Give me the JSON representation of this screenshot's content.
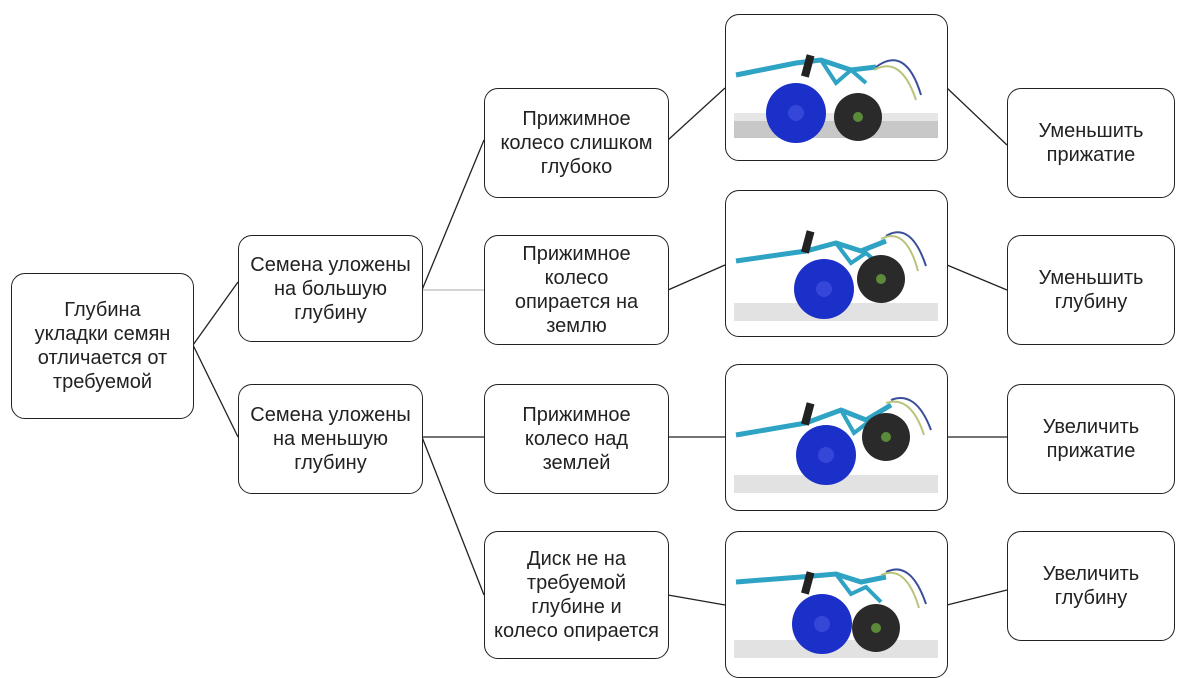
{
  "root": {
    "text": "Глубина\nукладки семян\nотличается от\nтребуемой"
  },
  "level1": [
    {
      "text": "Семена уложены\nна большую\nглубину"
    },
    {
      "text": "Семена уложены\nна меньшую\nглубину"
    }
  ],
  "causes": [
    {
      "text": "Прижимное\nколесо слишком\nглубоко"
    },
    {
      "text": "Прижимное\nколесо\nопирается на\nземлю"
    },
    {
      "text": "Прижимное\nколесо над\nземлей"
    },
    {
      "text": "Диск не на\nтребуемой\nглубине и\nколесо опирается"
    }
  ],
  "illustrations": [
    {
      "icon": "planter-unit-illustration"
    },
    {
      "icon": "planter-unit-illustration"
    },
    {
      "icon": "planter-unit-illustration"
    },
    {
      "icon": "planter-unit-illustration"
    }
  ],
  "actions": [
    {
      "text": "Уменьшить\nприжатие"
    },
    {
      "text": "Уменьшить\nглубину"
    },
    {
      "text": "Увеличить\nприжатие"
    },
    {
      "text": "Увеличить\nглубину"
    }
  ],
  "colors": {
    "frame": "#2fa3c4",
    "gauge_wheel": "#1b2fc9",
    "closing_wheel": "#2a2a2a",
    "ground": "#c8c8c8",
    "line": "#222222"
  }
}
